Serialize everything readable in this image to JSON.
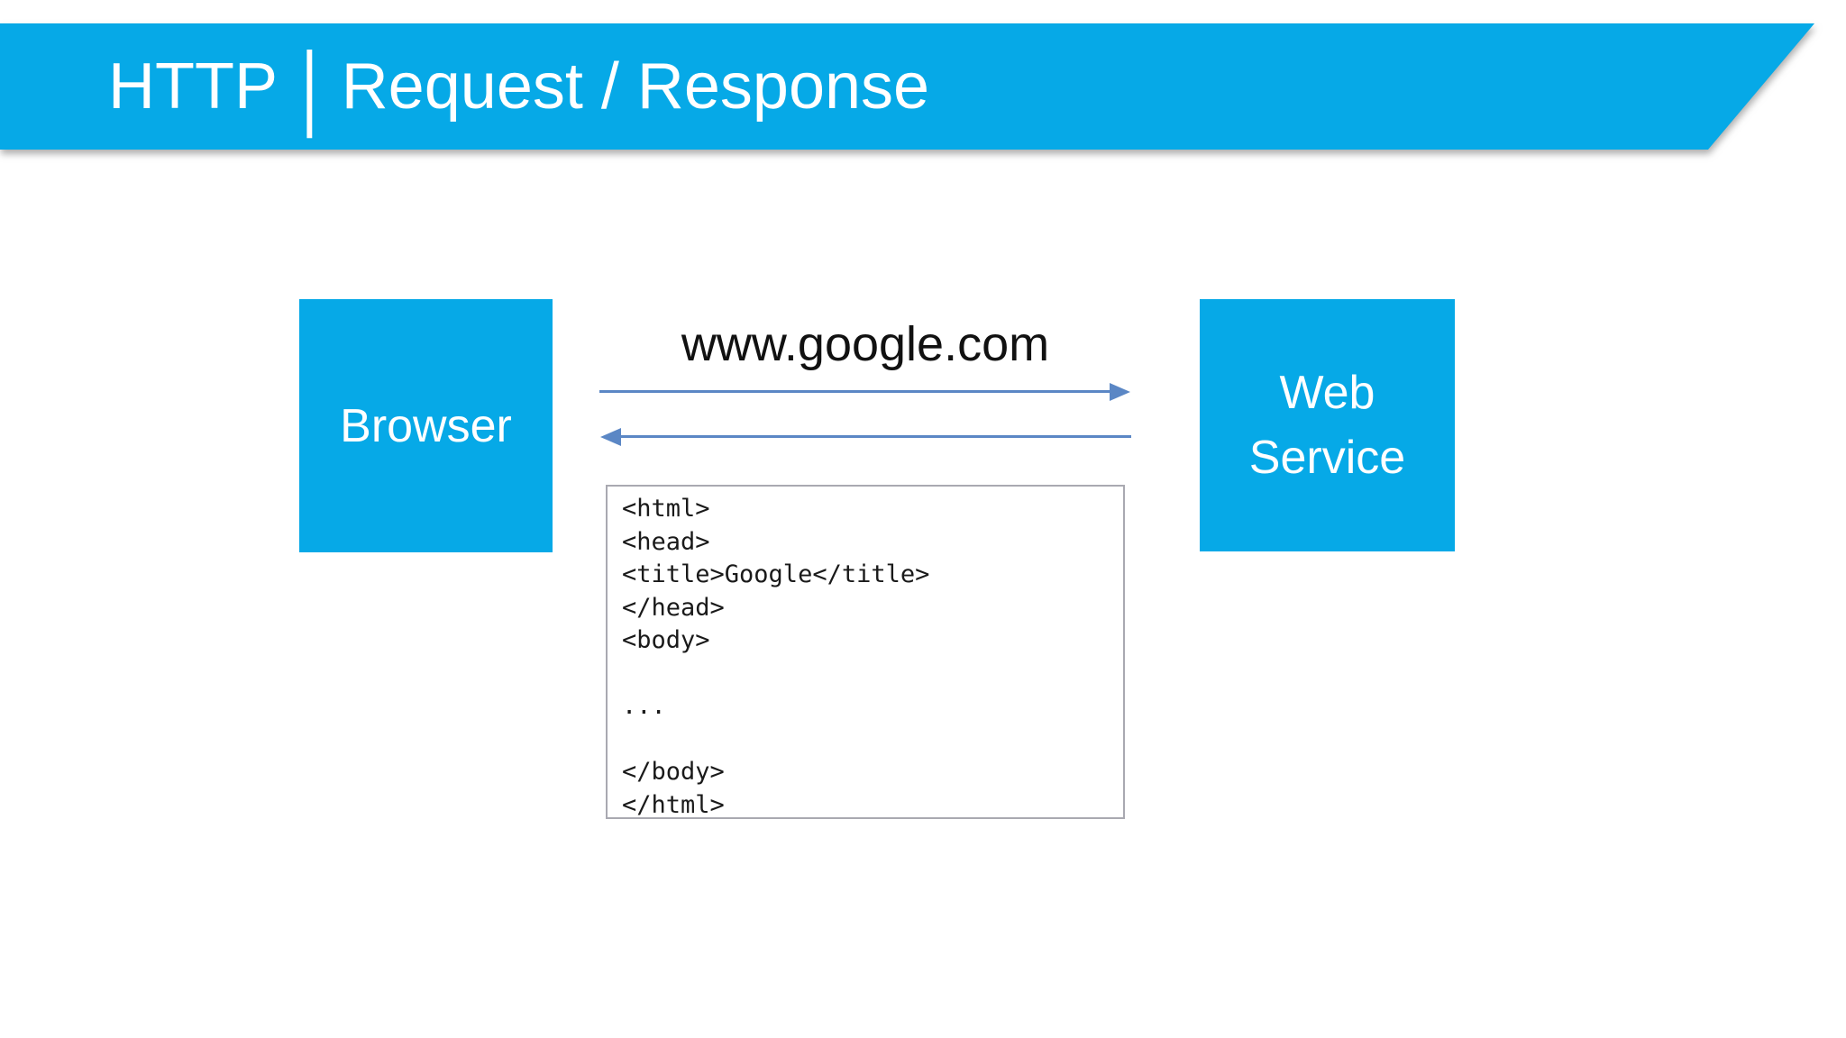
{
  "slide": {
    "header": {
      "title_left": "HTTP",
      "title_separator": "|",
      "title_right": "Request / Response"
    },
    "diagram": {
      "browser_box": {
        "label": "Browser"
      },
      "web_service_box": {
        "line1": "Web",
        "line2": "Service"
      },
      "url_label": "www.google.com",
      "request_arrow": {
        "direction": "right"
      },
      "response_arrow": {
        "direction": "left"
      },
      "code_box": {
        "code": "<html>\n<head>\n<title>Google</title>\n</head>\n<body>\n\n...\n\n</body>\n</html>"
      }
    },
    "colors": {
      "banner": "#06A9E7",
      "box": "#06A9E7",
      "arrow": "#5B87C5",
      "code_border": "#A9A9B1",
      "title_text": "#FFFFFF",
      "code_text": "#1A1A1A"
    }
  }
}
